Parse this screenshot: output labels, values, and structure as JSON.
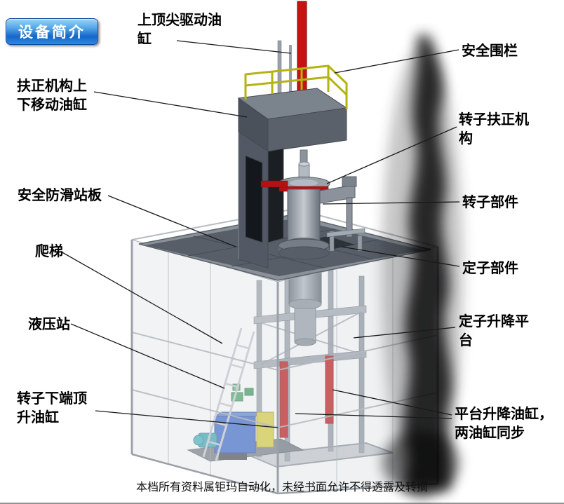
{
  "slide": {
    "background_color": "#ffffff"
  },
  "badge": {
    "label": "设备简介",
    "gradient_top": "#9ed3f5",
    "gradient_bottom": "#1566c8",
    "text_color": "#ffffff"
  },
  "labels": [
    {
      "name": "top-drive-cylinder",
      "text": "上顶尖驱动油缸"
    },
    {
      "name": "safety-fence",
      "text": "安全围栏"
    },
    {
      "name": "centering-mechanism-lift-cylinder",
      "text": "扶正机构上下移动油缸"
    },
    {
      "name": "rotor-centering-mechanism",
      "text": "转子扶正机构"
    },
    {
      "name": "anti-slip-standing-platform",
      "text": "安全防滑站板"
    },
    {
      "name": "rotor-component",
      "text": "转子部件"
    },
    {
      "name": "ladder",
      "text": "爬梯"
    },
    {
      "name": "stator-component",
      "text": "定子部件"
    },
    {
      "name": "hydraulic-station",
      "text": "液压站"
    },
    {
      "name": "stator-lift-platform",
      "text": "定子升降平台"
    },
    {
      "name": "rotor-bottom-jack-cylinder",
      "text": "转子下端顶升油缸"
    },
    {
      "name": "platform-lift-cylinders",
      "text": "平台升降油缸，两油缸同步"
    }
  ],
  "footer": {
    "text": "本档所有资料属钜玛自动化，未经书面允许不得透露及转摘"
  },
  "machine_parts": [
    {
      "name": "top-drive-cylinder-rod",
      "color": "#c81212"
    },
    {
      "name": "safety-railing",
      "color": "#b5b312"
    },
    {
      "name": "press-column",
      "color": "#525964"
    },
    {
      "name": "rotor-assembly",
      "color": "#8d949d"
    },
    {
      "name": "rotor-clamp-ring",
      "color": "#b41212"
    },
    {
      "name": "stator-assembly",
      "color": "#7d848c"
    },
    {
      "name": "work-platform",
      "color": "#575e68"
    },
    {
      "name": "lift-frame",
      "color": "#959ca4"
    },
    {
      "name": "platform-lift-cylinder-left",
      "color": "#c41414"
    },
    {
      "name": "platform-lift-cylinder-right",
      "color": "#c41414"
    },
    {
      "name": "hydraulic-tank",
      "color": "#2e5ec6"
    },
    {
      "name": "electric-cabinet",
      "color": "#d6ca2e"
    },
    {
      "name": "ladder",
      "color": "#c2c7cd"
    },
    {
      "name": "enclosure-frame",
      "color": "#c2c7cd"
    },
    {
      "name": "shadow-smudge",
      "color": "#000000"
    }
  ]
}
